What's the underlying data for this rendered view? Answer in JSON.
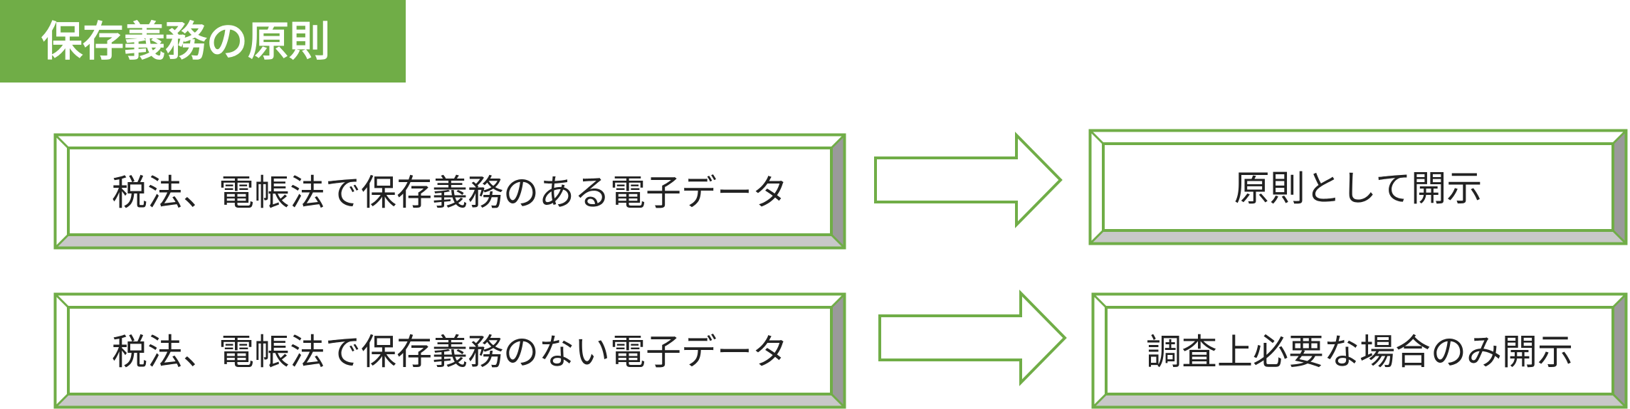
{
  "title": "保存義務の原則",
  "colors": {
    "accent": "#70ad47",
    "bevel_bottom": "#c8c8c8",
    "bevel_right": "#9a9a9a",
    "title_text": "#ffffff"
  },
  "rows": [
    {
      "source": "税法、電帳法で保存義務のある電子データ",
      "result": "原則として開示"
    },
    {
      "source": "税法、電帳法で保存義務のない電子データ",
      "result": "調査上必要な場合のみ開示"
    }
  ]
}
